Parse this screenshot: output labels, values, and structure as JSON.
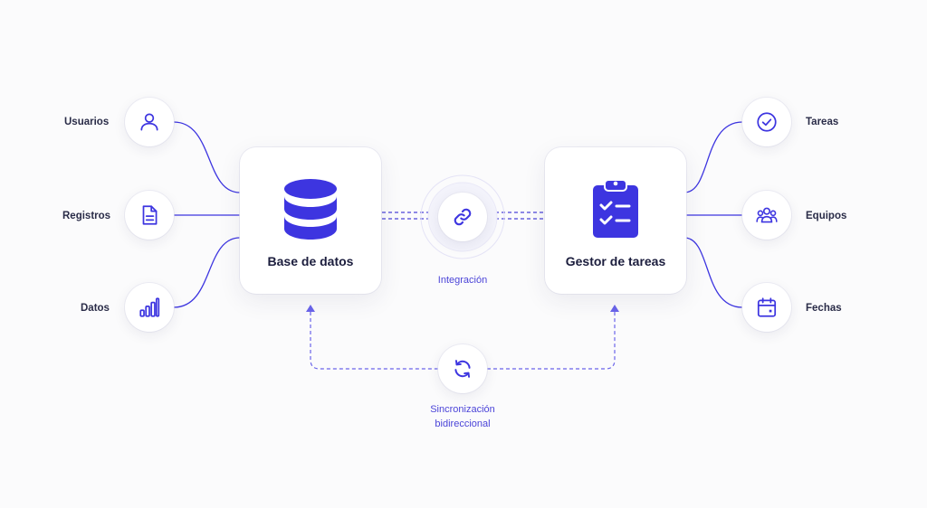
{
  "colors": {
    "accent": "#3d35e0",
    "accent_soft": "#6a64ea",
    "text": "#1b1d3d"
  },
  "left": {
    "items": [
      {
        "label": "Usuarios",
        "icon": "user-icon"
      },
      {
        "label": "Registros",
        "icon": "document-icon"
      },
      {
        "label": "Datos",
        "icon": "bar-chart-icon"
      }
    ]
  },
  "right": {
    "items": [
      {
        "label": "Tareas",
        "icon": "check-circle-icon"
      },
      {
        "label": "Equipos",
        "icon": "team-icon"
      },
      {
        "label": "Fechas",
        "icon": "calendar-icon"
      }
    ]
  },
  "cards": {
    "database": {
      "label": "Base de datos",
      "icon": "database-icon"
    },
    "tasks": {
      "label": "Gestor de tareas",
      "icon": "clipboard-checklist-icon"
    }
  },
  "integration": {
    "label": "Integración",
    "icon": "link-icon"
  },
  "sync": {
    "label_line1": "Sincronización",
    "label_line2": "bidireccional",
    "icon": "sync-icon"
  }
}
